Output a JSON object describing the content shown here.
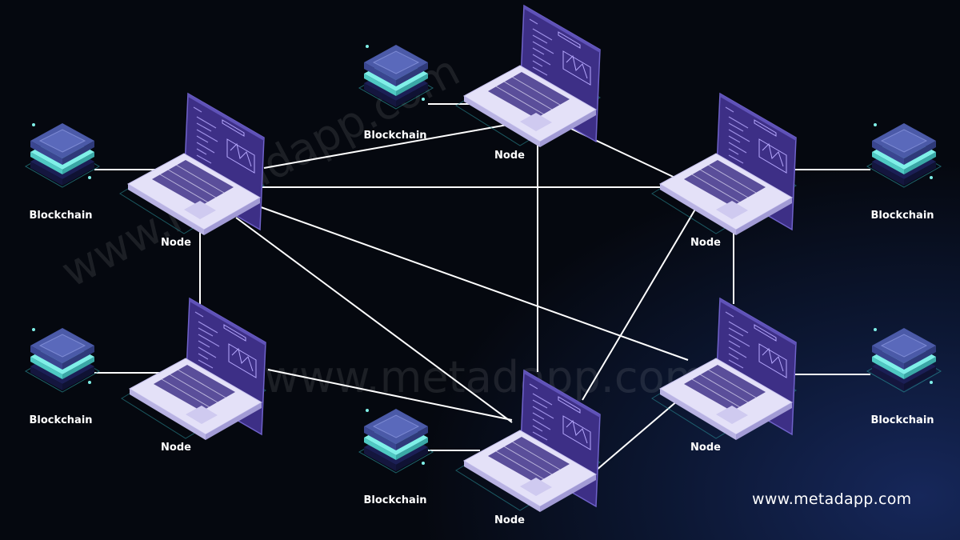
{
  "nodes": [
    {
      "label": "Node"
    },
    {
      "label": "Node"
    },
    {
      "label": "Node"
    },
    {
      "label": "Node"
    },
    {
      "label": "Node"
    },
    {
      "label": "Node"
    }
  ],
  "blockchains": [
    {
      "label": "Blockchain"
    },
    {
      "label": "Blockchain"
    },
    {
      "label": "Blockchain"
    },
    {
      "label": "Blockchain"
    },
    {
      "label": "Blockchain"
    },
    {
      "label": "Blockchain"
    }
  ],
  "watermark": "www.metadapp.com",
  "site": "www.metadapp.com",
  "colors": {
    "link": "#ffffff",
    "laptop_screen": "#3d2f86",
    "laptop_body": "#e4e1f8",
    "keys": "#5a4e9a",
    "block_top": "#4b5aa8",
    "block_glow": "#7ff0e8",
    "platform_outline": "#2a8c94"
  }
}
